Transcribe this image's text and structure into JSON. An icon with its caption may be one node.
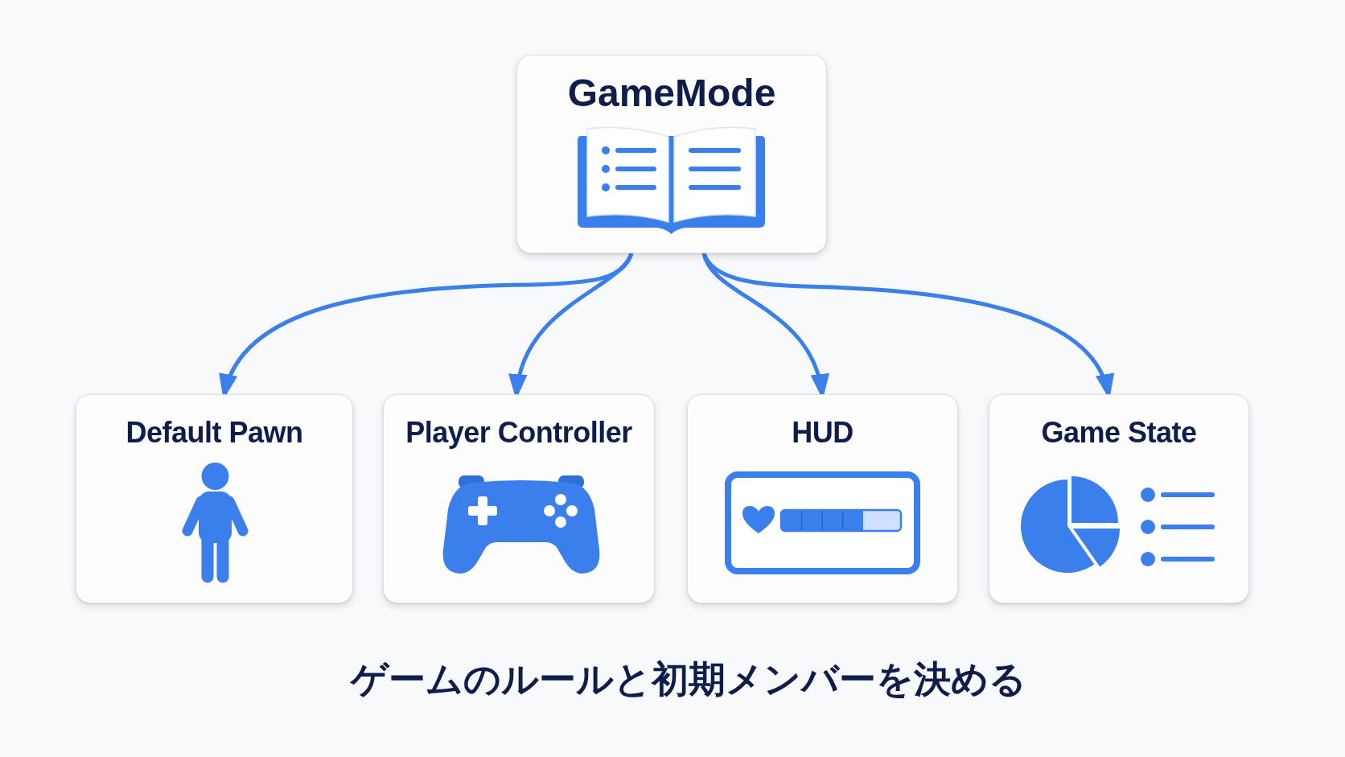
{
  "diagram": {
    "caption": "ゲームのルールと初期メンバーを決める",
    "nodes": [
      {
        "text": [
          "GameMode"
        ]
      },
      {
        "text": [
          "Default Pawn"
        ]
      },
      {
        "text": [
          "Player Controller"
        ]
      },
      {
        "text": [
          "HUD"
        ]
      },
      {
        "text": [
          "Game State"
        ]
      }
    ],
    "edges": [
      {
        "from": 0,
        "to": 1,
        "arrow": "to"
      },
      {
        "from": 0,
        "to": 2,
        "arrow": "to"
      },
      {
        "from": 0,
        "to": 3,
        "arrow": "to"
      },
      {
        "from": 0,
        "to": 4,
        "arrow": "to"
      }
    ]
  }
}
